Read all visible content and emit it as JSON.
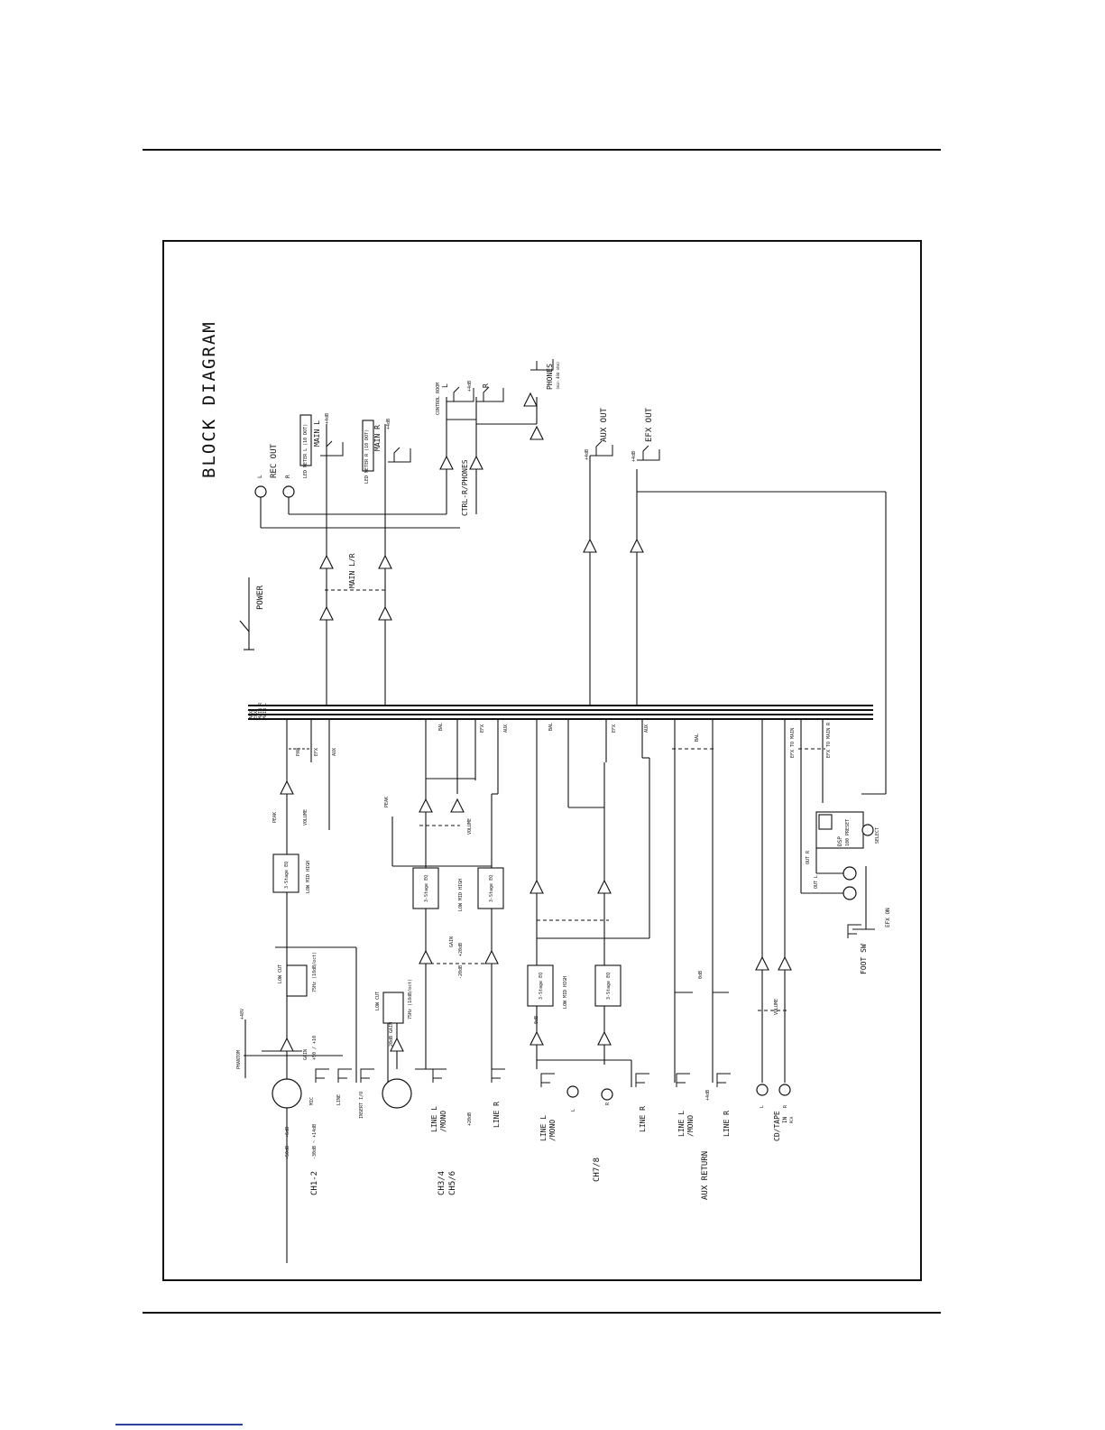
{
  "title": "BLOCK DIAGRAM",
  "labels": {
    "rec_out": "REC OUT",
    "rec_l": "L",
    "rec_r": "R",
    "led_meter_l": "LED METER L (10 DOT)",
    "led_meter_r": "LED METER R (10 DOT)",
    "main_l": "MAIN L",
    "main_r": "MAIN R",
    "plus4db_1": "+4dB",
    "plus4db_2": "+4dB",
    "plus4db_aux": "+4dB",
    "plus4db_efx": "+4dB",
    "plus4db_cr": "+4dB",
    "plus4db_ret": "+4dB",
    "control_room": "CONTROL ROOM",
    "cr_l": "L",
    "cr_r": "R",
    "phones": "PHONES",
    "phones_sub": "(min 40Ω ohm)",
    "ctrl_phones": "CTRL-R/PHONES",
    "aux_out": "AUX OUT",
    "efx_out": "EFX OUT",
    "power": "POWER",
    "main_lr": "MAIN L/R",
    "bus1": "AUX",
    "bus2": "EFX",
    "bus3": "MAIN R",
    "bus4": "MAIN L",
    "pan": "PAN",
    "efx": "EFX",
    "aux": "AUX",
    "bal": "BAL",
    "volume": "VOLUME",
    "peak": "PEAK",
    "eq3": "3-Stage EQ",
    "eq_bands": "LOW MID HIGH",
    "low_cut": "LOW CUT",
    "hpf": "75Hz (18dB/oct)",
    "gain": "GAIN",
    "gain_range": "+50 / +10",
    "phantom": "PHANTOM",
    "plus48v": "+48V",
    "mic": "MIC",
    "line": "LINE",
    "insert": "INSERT I/O",
    "ch12_mic_range": "-50dB ~ -6dB",
    "ch12_line_range": "-30dB ~ +14dB",
    "ch12": "CH1-2",
    "line_l_mono": "LINE L",
    "mono": "/MONO",
    "line_r": "LINE R",
    "gain20": "20dB GAIN",
    "plus20db": "+20dB",
    "minus20db": "-20dB",
    "ch34": "CH3/4",
    "ch56": "CH5/6",
    "ch78": "CH7/8",
    "odb": "0dB",
    "aux_return": "AUX RETURN",
    "cd_tape": "CD/TAPE",
    "cd_in": "IN",
    "cd_in_sub": "RCA",
    "efx_to_main": "EFX TO MAIN",
    "efx_to_main_r": "EFX TO MAIN R",
    "dsp": "DSP",
    "presets": "100 PRESET",
    "select": "SELECT",
    "out_r": "OUT R",
    "out_l": "OUT L",
    "efx_on": "EFX ON",
    "foot_sw": "FOOT SW"
  }
}
